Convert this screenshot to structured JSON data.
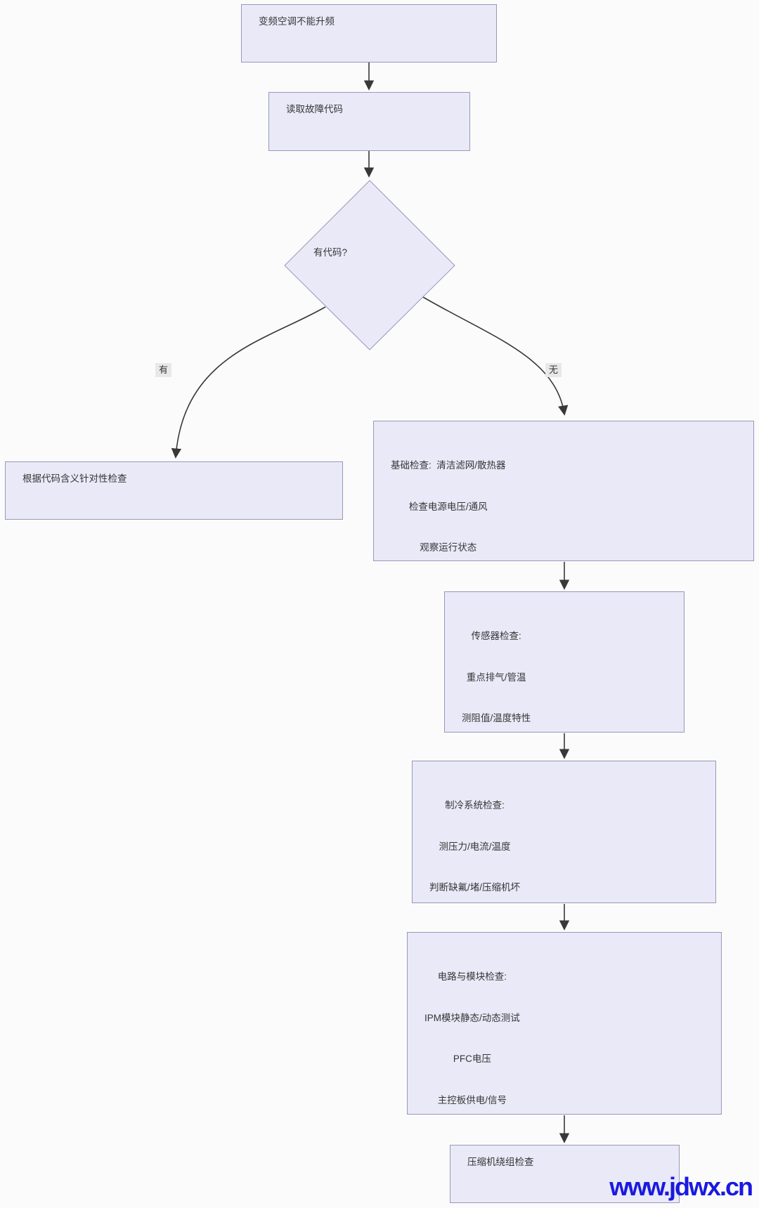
{
  "colors": {
    "node_fill": "#e9e9f8",
    "node_border": "#9898b9",
    "edge_line": "#383838",
    "text": "#363636",
    "edge_label_bg": "#e8e8e8",
    "watermark_blue": "#1a1ae0"
  },
  "flowchart": {
    "nodes": {
      "start": {
        "label": "变频空调不能升频"
      },
      "read_code": {
        "label": "读取故障代码"
      },
      "decision": {
        "label": "有代码?"
      },
      "targeted_check": {
        "label": "根据代码含义针对性检查"
      },
      "basic_check": {
        "line1": "基础检查:  清洁滤网/散热器",
        "line2": "检查电源电压/通风",
        "line3": "观察运行状态"
      },
      "sensor_check": {
        "line1": "传感器检查:",
        "line2": "重点排气/管温",
        "line3": "测阻值/温度特性"
      },
      "cooling_check": {
        "line1": "制冷系统检查:",
        "line2": "测压力/电流/温度",
        "line3": "判断缺氟/堵/压缩机坏"
      },
      "circuit_check": {
        "line1": "电路与模块检查:",
        "line2": "IPM模块静态/动态测试",
        "line3": "PFC电压",
        "line4": "主控板供电/信号"
      },
      "compressor_check": {
        "label": "压缩机绕组检查"
      }
    },
    "edge_labels": {
      "yes": "有",
      "no": "无"
    }
  },
  "watermark": {
    "text": "www.jdwx.cn"
  }
}
